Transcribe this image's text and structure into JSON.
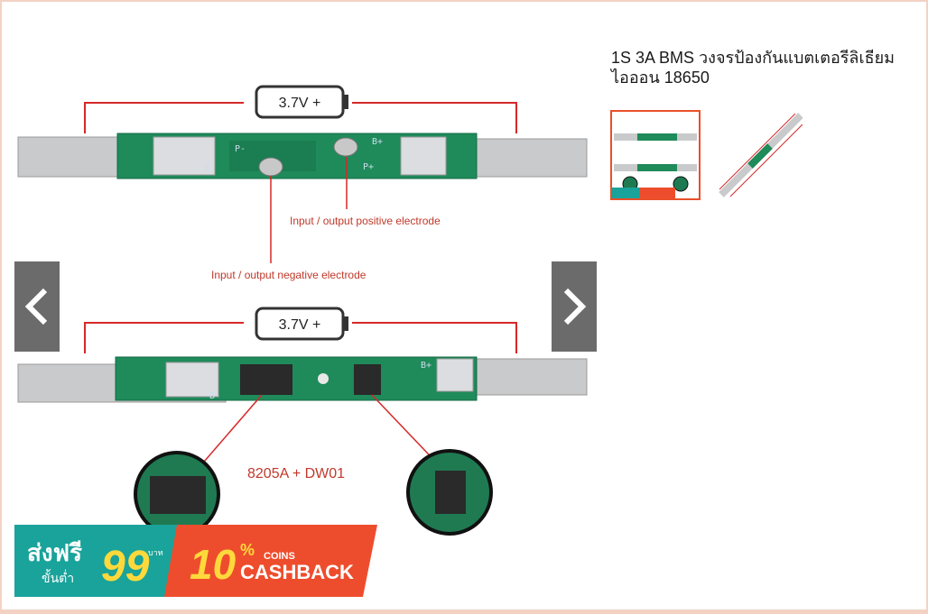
{
  "product": {
    "title": "1S 3A BMS วงจรป้องกันแบตเตอรีลิเธียมไอออน 18650"
  },
  "main_image": {
    "battery_label_top": "3.7V +",
    "battery_label_bottom": "3.7V +",
    "pad_b_minus": "B-",
    "pad_b_plus": "B+",
    "pad_p_minus": "P-",
    "pad_p_plus": "P+",
    "positive_label": "Input / output positive electrode",
    "negative_label": "Input / output negative electrode",
    "chip_label": "8205A + DW01"
  },
  "thumbnails": [
    {
      "selected": true
    },
    {
      "selected": false
    }
  ],
  "promo": {
    "free_shipping": "ส่งฟรี",
    "minimum": "ขั้นต่ำ",
    "amount": "99",
    "currency": "บาท",
    "percent": "10",
    "percent_sign": "%",
    "coins": "COINS",
    "cashback": "CASHBACK"
  },
  "colors": {
    "accent": "#e9502a",
    "pcb_green": "#1f8a5a",
    "nav_bg": "#6b6b6b",
    "promo_teal": "#19a39a",
    "promo_orange": "#ee4d2d",
    "promo_yellow": "#ffd93b"
  },
  "icons": {
    "prev": "chevron-left-icon",
    "next": "chevron-right-icon"
  }
}
